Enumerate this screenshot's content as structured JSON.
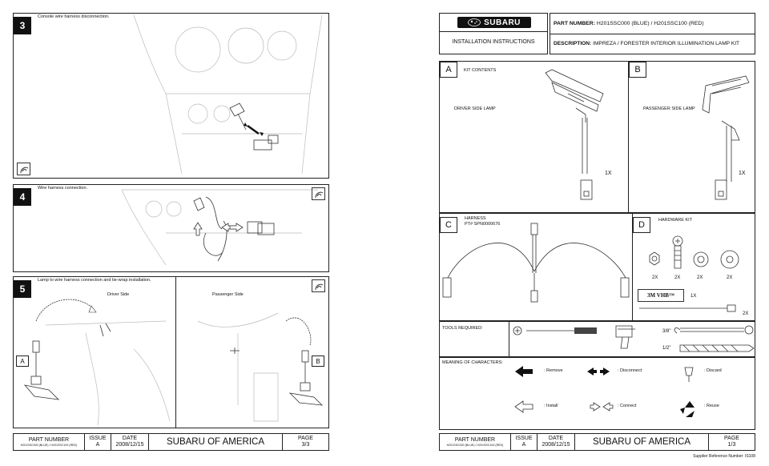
{
  "left_page": {
    "step3": {
      "number": "3",
      "caption": "Console wire harness disconnection."
    },
    "step4": {
      "number": "4",
      "caption": "Wire harness connection."
    },
    "step5": {
      "number": "5",
      "caption": "Lamp to wire harness connection and tie-wrap installation.",
      "driver_label": "Driver Side",
      "passenger_label": "Passenger Side",
      "callout_a": "A",
      "callout_b": "B"
    },
    "footer": {
      "part_number_header": "PART NUMBER",
      "part_number_value": "H201SSC000 (BLUE) / H201SSC100 (RED)",
      "issue_header": "ISSUE",
      "issue_value": "A",
      "date_header": "DATE",
      "date_value": "2008/12/15",
      "company": "SUBARU OF AMERICA",
      "page_header": "PAGE",
      "page_value": "3/3"
    }
  },
  "right_page": {
    "brand": "SUBARU",
    "doc_type": "INSTALLATION INSTRUCTIONS",
    "part_number_label": "PART NUMBER:",
    "part_number_value": "H201SSC000 (BLUE) / H201SSC100 (RED)",
    "description_label": "DESCRIPTION:",
    "description_value": "IMPREZA / FORESTER INTERIOR ILLUMINATION LAMP KIT",
    "section_a": {
      "letter": "A",
      "title": "KIT CONTENTS",
      "item_label": "DRIVER SIDE LAMP",
      "qty": "1X"
    },
    "section_b": {
      "letter": "B",
      "item_label": "PASSENGER SIDE LAMP",
      "qty": "1X"
    },
    "section_c": {
      "letter": "C",
      "title": "HARNESS",
      "part": "PT# SPN0000676"
    },
    "section_d": {
      "letter": "D",
      "title": "HARDWARE KIT",
      "hardware_qty": [
        "2X",
        "2X",
        "2X",
        "2X"
      ],
      "tape_label": "3M VHB™",
      "tape_qty": "1X",
      "tie_qty": "2X"
    },
    "tools": {
      "title": "TOOLS REQUIRED:",
      "size_small": "3/8\"",
      "size_large": "1/2\""
    },
    "meaning": {
      "title": "MEANING OF CHARACTERS:",
      "remove": ": Remove",
      "disconnect": ": Disconnect",
      "discard": ": Discard",
      "install": ": Install",
      "connect": ": Connect",
      "reuse": ": Reuse"
    },
    "footer": {
      "part_number_header": "PART NUMBER",
      "part_number_value": "H201SSC000 (BLUE) / H201SSC100 (RED)",
      "issue_header": "ISSUE",
      "issue_value": "A",
      "date_header": "DATE",
      "date_value": "2008/12/15",
      "company": "SUBARU OF AMERICA",
      "page_header": "PAGE",
      "page_value": "1/3"
    },
    "supplier_ref": "Supplier Reference Number: IS108"
  }
}
